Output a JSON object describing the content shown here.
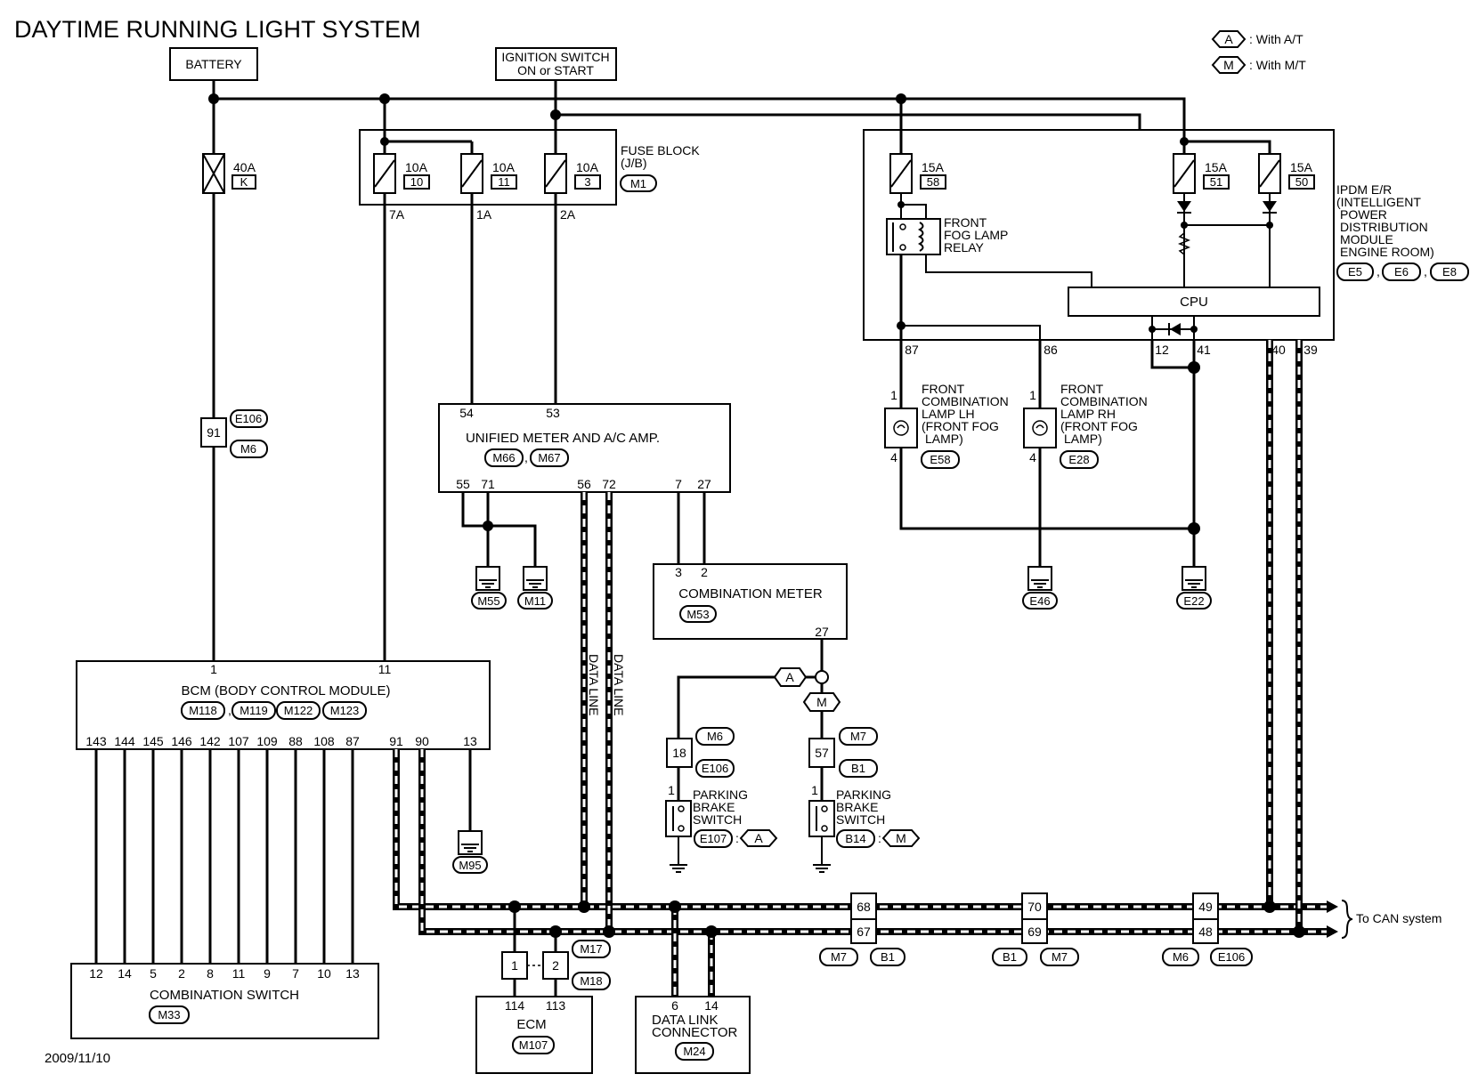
{
  "title": "DAYTIME RUNNING LIGHT SYSTEM",
  "date": "2009/11/10",
  "legend": {
    "a_symbol": "A",
    "a_text": ": With A/T",
    "m_symbol": "M",
    "m_text": ": With M/T"
  },
  "battery": "BATTERY",
  "ignition": {
    "line1": "IGNITION SWITCH",
    "line2": "ON or START"
  },
  "fusible_link": {
    "rating": "40A",
    "id": "K"
  },
  "fuse_block": {
    "line1": "FUSE BLOCK",
    "line2": "(J/B)",
    "connector": "M1",
    "fuses": [
      {
        "rating": "10A",
        "num": "10",
        "out": "7A"
      },
      {
        "rating": "10A",
        "num": "11",
        "out": "1A"
      },
      {
        "rating": "10A",
        "num": "3",
        "out": "2A"
      }
    ]
  },
  "ipdm": {
    "lines": [
      "IPDM E/R",
      "(INTELLIGENT",
      "POWER",
      "DISTRIBUTION",
      "MODULE",
      "ENGINE ROOM)"
    ],
    "connectors": [
      "E5",
      "E6",
      "E8"
    ],
    "fuses": [
      {
        "rating": "15A",
        "num": "58"
      },
      {
        "rating": "15A",
        "num": "51"
      },
      {
        "rating": "15A",
        "num": "50"
      }
    ],
    "relay": [
      "FRONT",
      "FOG LAMP",
      "RELAY"
    ],
    "cpu": "CPU",
    "sep": ",",
    "pins": [
      "87",
      "86",
      "12",
      "41",
      "40",
      "39"
    ]
  },
  "wire_connector_91": {
    "pin": "91",
    "c1": "E106",
    "c2": "M6"
  },
  "unified_meter": {
    "name": "UNIFIED METER AND A/C AMP.",
    "conn1": "M66",
    "conn2": "M67",
    "sep": ",",
    "pins_top": [
      "54",
      "53"
    ],
    "pins_bottom": [
      "55",
      "71",
      "56",
      "72",
      "7",
      "27"
    ]
  },
  "grounds": [
    "M55",
    "M11",
    "E46",
    "E22",
    "M95"
  ],
  "combination_meter": {
    "name": "COMBINATION METER",
    "conn": "M53",
    "pins_top": [
      "3",
      "2"
    ],
    "pin_bottom": "27"
  },
  "front_lamp_lh": {
    "lines": [
      "FRONT",
      "COMBINATION",
      "LAMP LH",
      "(FRONT FOG",
      "LAMP)"
    ],
    "conn": "E58",
    "pin1": "1",
    "pin4": "4"
  },
  "front_lamp_rh": {
    "lines": [
      "FRONT",
      "COMBINATION",
      "LAMP RH",
      "(FRONT FOG",
      "LAMP)"
    ],
    "conn": "E28",
    "pin1": "1",
    "pin4": "4"
  },
  "data_line": "DATA LINE",
  "bcm": {
    "name": "BCM (BODY CONTROL MODULE)",
    "conns": [
      "M118",
      "M119",
      "M122",
      "M123"
    ],
    "sep": ",",
    "pin_top1": "1",
    "pin_top2": "11",
    "pins_bottom": [
      "143",
      "144",
      "145",
      "146",
      "142",
      "107",
      "109",
      "88",
      "108",
      "87",
      "91",
      "90",
      "13"
    ]
  },
  "combination_switch": {
    "name": "COMBINATION SWITCH",
    "conn": "M33",
    "pins": [
      "12",
      "14",
      "5",
      "2",
      "8",
      "11",
      "9",
      "7",
      "10",
      "13"
    ]
  },
  "parking_brake_at": {
    "pin": "18",
    "c1": "M6",
    "c2": "E106",
    "lines": [
      "PARKING",
      "BRAKE",
      "SWITCH"
    ],
    "conn": "E107",
    "pin1": "1",
    "cond": "A",
    "colon": ":"
  },
  "parking_brake_mt": {
    "pin": "57",
    "c1": "M7",
    "c2": "B1",
    "lines": [
      "PARKING",
      "BRAKE",
      "SWITCH"
    ],
    "conn": "B14",
    "pin1": "1",
    "cond": "M",
    "colon": ":"
  },
  "branch": {
    "a": "A",
    "m": "M"
  },
  "ecm": {
    "name": "ECM",
    "conn": "M107",
    "pins": [
      "114",
      "113"
    ],
    "jc1": "1",
    "jc2": "2",
    "c1": "M17",
    "c2": "M18"
  },
  "dlc": {
    "line1": "DATA LINK",
    "line2": "CONNECTOR",
    "conn": "M24",
    "pins": [
      "6",
      "14"
    ]
  },
  "can_joints": [
    {
      "top": "68",
      "bottom": "67",
      "c1": "M7",
      "c2": "B1"
    },
    {
      "top": "70",
      "bottom": "69",
      "c1": "B1",
      "c2": "M7"
    },
    {
      "top": "49",
      "bottom": "48",
      "c1": "M6",
      "c2": "E106"
    }
  ],
  "to_can": "To CAN system"
}
